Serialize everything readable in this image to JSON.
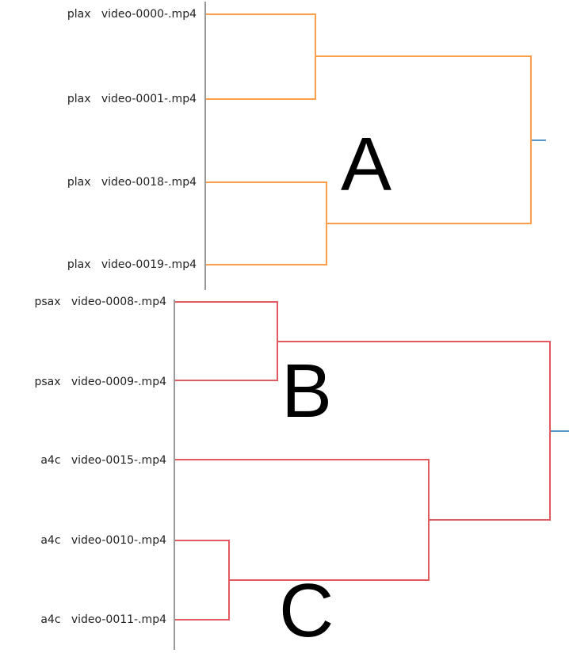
{
  "colors": {
    "cluster_top": "#ff9e4a",
    "cluster_bottom": "#e05a5f",
    "root_stub": "#5b97c8",
    "axis": "#999999"
  },
  "top": {
    "letter": "A",
    "leaves": [
      {
        "view": "plax",
        "file": "video-0000-.mp4"
      },
      {
        "view": "plax",
        "file": "video-0001-.mp4"
      },
      {
        "view": "plax",
        "file": "video-0018-.mp4"
      },
      {
        "view": "plax",
        "file": "video-0019-.mp4"
      }
    ]
  },
  "bottom": {
    "letter_b": "B",
    "letter_c": "C",
    "leaves": [
      {
        "view": "psax",
        "file": "video-0008-.mp4"
      },
      {
        "view": "psax",
        "file": "video-0009-.mp4"
      },
      {
        "view": "a4c",
        "file": "video-0015-.mp4"
      },
      {
        "view": "a4c",
        "file": "video-0010-.mp4"
      },
      {
        "view": "a4c",
        "file": "video-0011-.mp4"
      }
    ]
  },
  "chart_data": {
    "type": "dendrogram",
    "panels": [
      {
        "annotation": "A",
        "leaves": [
          "plax video-0000-.mp4",
          "plax video-0001-.mp4",
          "plax video-0018-.mp4",
          "plax video-0019-.mp4"
        ],
        "merges": [
          {
            "children": [
              "video-0000",
              "video-0001"
            ],
            "height_rel": 0.34
          },
          {
            "children": [
              "video-0018",
              "video-0019"
            ],
            "height_rel": 0.38
          },
          {
            "children": [
              "(0000,0001)",
              "(0018,0019)"
            ],
            "height_rel": 1.0
          }
        ]
      },
      {
        "annotations": [
          "B",
          "C"
        ],
        "leaves": [
          "psax video-0008-.mp4",
          "psax video-0009-.mp4",
          "a4c video-0015-.mp4",
          "a4c video-0010-.mp4",
          "a4c video-0011-.mp4"
        ],
        "merges": [
          {
            "children": [
              "video-0010",
              "video-0011"
            ],
            "height_rel": 0.15
          },
          {
            "children": [
              "video-0008",
              "video-0009"
            ],
            "height_rel": 0.27
          },
          {
            "children": [
              "video-0015",
              "(0010,0011)"
            ],
            "height_rel": 0.67
          },
          {
            "children": [
              "(0008,0009)",
              "(0015,(0010,0011))"
            ],
            "height_rel": 1.0
          }
        ]
      }
    ]
  }
}
